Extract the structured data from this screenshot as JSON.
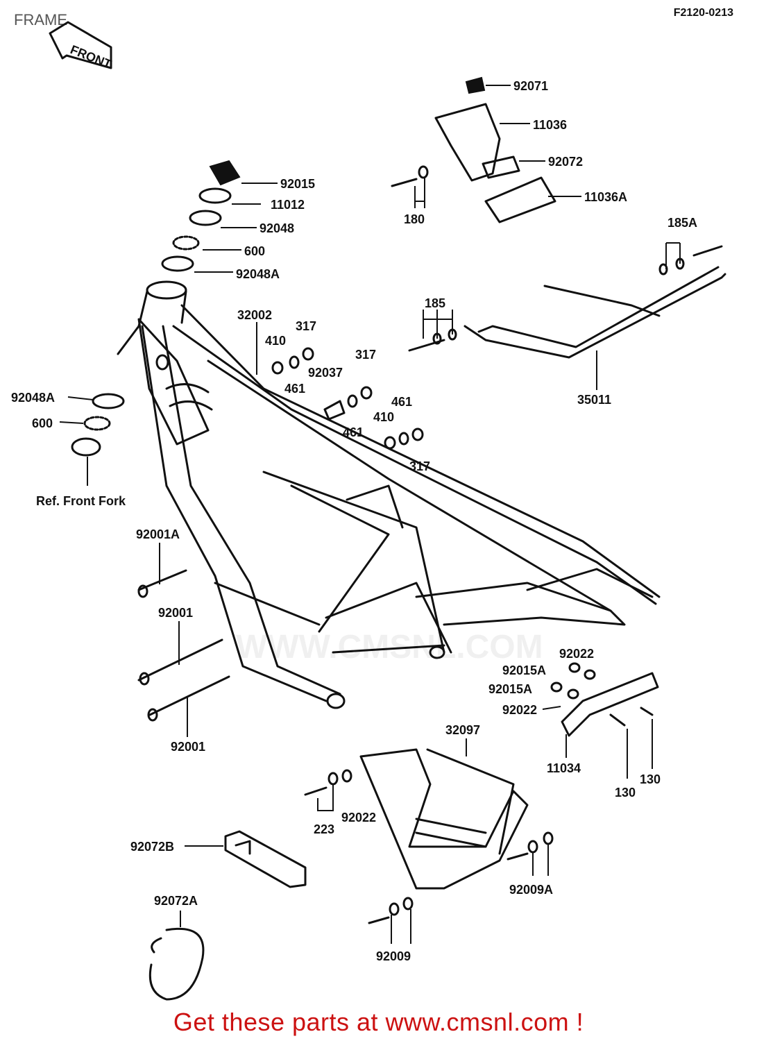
{
  "page": {
    "title": "FRAME",
    "code": "F2120-0213",
    "call_to_action": "Get these parts at www.cmsnl.com !",
    "watermark_text": "WWW.CMSNL.COM",
    "front_arrow_label": "FRONT"
  },
  "reference_note": "Ref.  Front Fork",
  "parts": [
    {
      "id": "92071",
      "label": "92071"
    },
    {
      "id": "11036",
      "label": "11036"
    },
    {
      "id": "92072",
      "label": "92072"
    },
    {
      "id": "11036A",
      "label": "11036A"
    },
    {
      "id": "180",
      "label": "180"
    },
    {
      "id": "185A",
      "label": "185A"
    },
    {
      "id": "185",
      "label": "185"
    },
    {
      "id": "35011",
      "label": "35011"
    },
    {
      "id": "92015",
      "label": "92015"
    },
    {
      "id": "11012",
      "label": "11012"
    },
    {
      "id": "92048",
      "label": "92048"
    },
    {
      "id": "600",
      "label": "600"
    },
    {
      "id": "92048A",
      "label": "92048A"
    },
    {
      "id": "32002",
      "label": "32002"
    },
    {
      "id": "317a",
      "label": "317"
    },
    {
      "id": "410a",
      "label": "410"
    },
    {
      "id": "461a",
      "label": "461"
    },
    {
      "id": "317b",
      "label": "317"
    },
    {
      "id": "92037",
      "label": "92037"
    },
    {
      "id": "461b",
      "label": "461"
    },
    {
      "id": "461c",
      "label": "461"
    },
    {
      "id": "410b",
      "label": "410"
    },
    {
      "id": "317c",
      "label": "317"
    },
    {
      "id": "92048A-2",
      "label": "92048A"
    },
    {
      "id": "600-2",
      "label": "600"
    },
    {
      "id": "92001A",
      "label": "92001A"
    },
    {
      "id": "92001a",
      "label": "92001"
    },
    {
      "id": "92001b",
      "label": "92001"
    },
    {
      "id": "92022a",
      "label": "92022"
    },
    {
      "id": "92015Aa",
      "label": "92015A"
    },
    {
      "id": "92015Ab",
      "label": "92015A"
    },
    {
      "id": "92022b",
      "label": "92022"
    },
    {
      "id": "11034",
      "label": "11034"
    },
    {
      "id": "130a",
      "label": "130"
    },
    {
      "id": "130b",
      "label": "130"
    },
    {
      "id": "32097",
      "label": "32097"
    },
    {
      "id": "223",
      "label": "223"
    },
    {
      "id": "92022c",
      "label": "92022"
    },
    {
      "id": "92072B",
      "label": "92072B"
    },
    {
      "id": "92009A",
      "label": "92009A"
    },
    {
      "id": "92072A",
      "label": "92072A"
    },
    {
      "id": "92009",
      "label": "92009"
    }
  ]
}
